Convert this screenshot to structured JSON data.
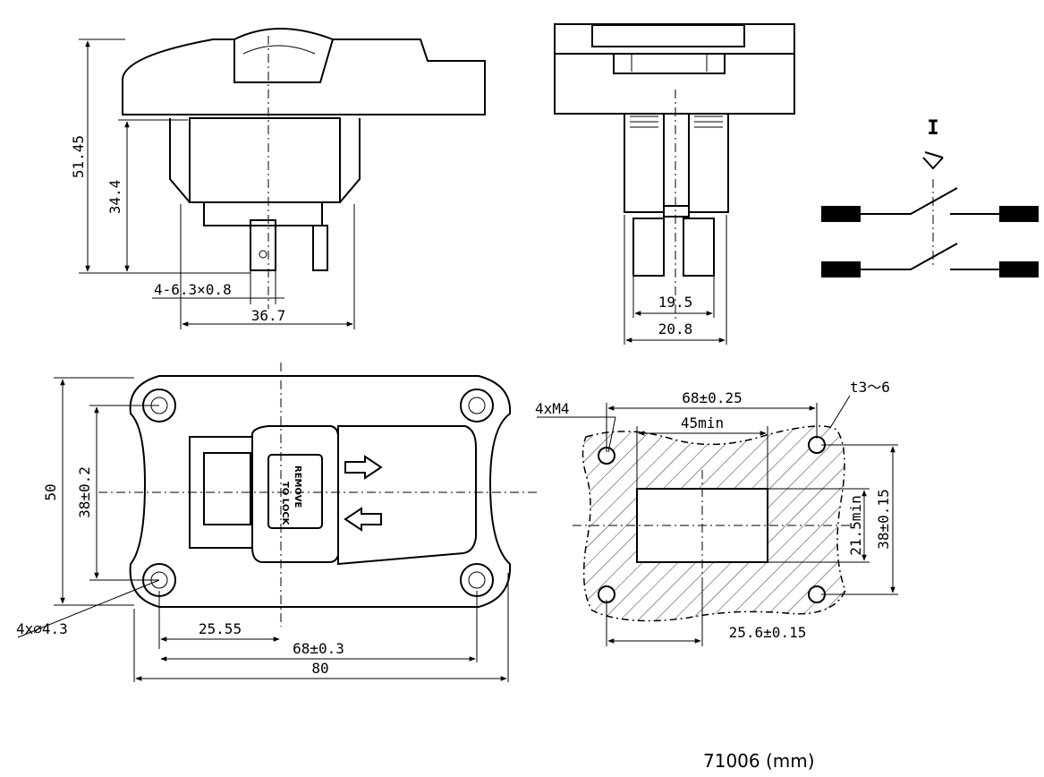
{
  "dimensions": {
    "side_height_total": "51.45",
    "side_height_body": "34.4",
    "terminal_spec": "4-6.3×0.8",
    "side_width": "36.7",
    "front_inner_width": "19.5",
    "front_outer_width": "20.8",
    "plate_height": "50",
    "hole_spacing_vertical": "38±0.2",
    "hole_spec": "4x∅4.3",
    "half_width": "25.55",
    "hole_spacing_horizontal": "68±0.3",
    "plate_width": "80",
    "cutout_screw_spec": "4xM4",
    "cutout_hole_spacing_h": "68±0.25",
    "cutout_min_width": "45min",
    "panel_thickness": "t3～6",
    "cutout_min_height": "21.5min",
    "cutout_hole_spacing_v": "38±0.15",
    "cutout_offset": "25.6±0.15"
  },
  "switch_face": {
    "line1": "REMOVE",
    "line2": "TO LOCK"
  },
  "symbol": {
    "mark": "I"
  },
  "caption": "71006 (mm)"
}
